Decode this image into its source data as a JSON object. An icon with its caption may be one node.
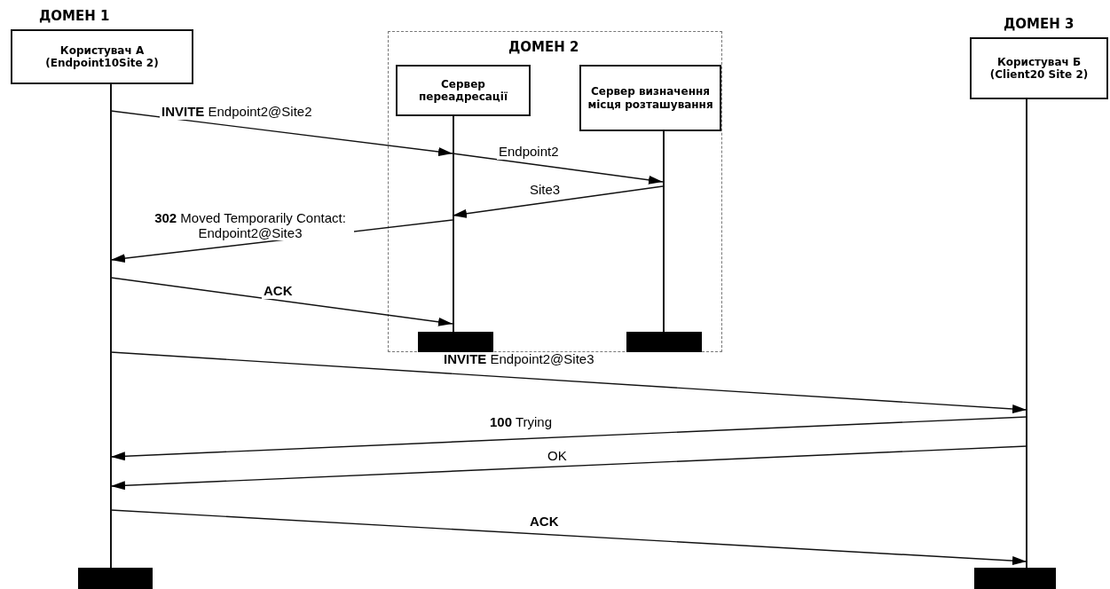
{
  "diagram": {
    "nodes": [
      {
        "text": [
          "ДОМЕН 1",
          "Користувач А (Endpoint10Site 2)"
        ]
      },
      {
        "text": [
          "ДОМЕН 2"
        ]
      },
      {
        "text": [
          "Сервер переадресації"
        ],
        "in": 1
      },
      {
        "text": [
          "Сервер визначення місця розташування"
        ],
        "in": 1
      },
      {
        "text": [
          "ДОМЕН 3",
          "Користувач Б (Client20 Site 2)"
        ]
      }
    ],
    "edges": [
      {
        "from": 0,
        "to": 2,
        "arrow": "to",
        "label": "**INVITE** Endpoint2@Site2"
      },
      {
        "from": 2,
        "to": 3,
        "arrow": "to",
        "label": "Endpoint2"
      },
      {
        "from": 3,
        "to": 2,
        "arrow": "to",
        "label": "Site3"
      },
      {
        "from": 2,
        "to": 0,
        "arrow": "to",
        "label": "**302** Moved Temporarily Contact: Endpoint2@Site3"
      },
      {
        "from": 0,
        "to": 2,
        "arrow": "to",
        "label": "ACK"
      },
      {
        "from": 0,
        "to": 4,
        "arrow": "to",
        "label": "**INVITE** Endpoint2@Site3"
      },
      {
        "from": 4,
        "to": 0,
        "arrow": "to",
        "label": "**100** Trying"
      },
      {
        "from": 4,
        "to": 0,
        "arrow": "to",
        "label": "OK"
      },
      {
        "from": 0,
        "to": 4,
        "arrow": "to",
        "label": "ACK"
      }
    ]
  }
}
